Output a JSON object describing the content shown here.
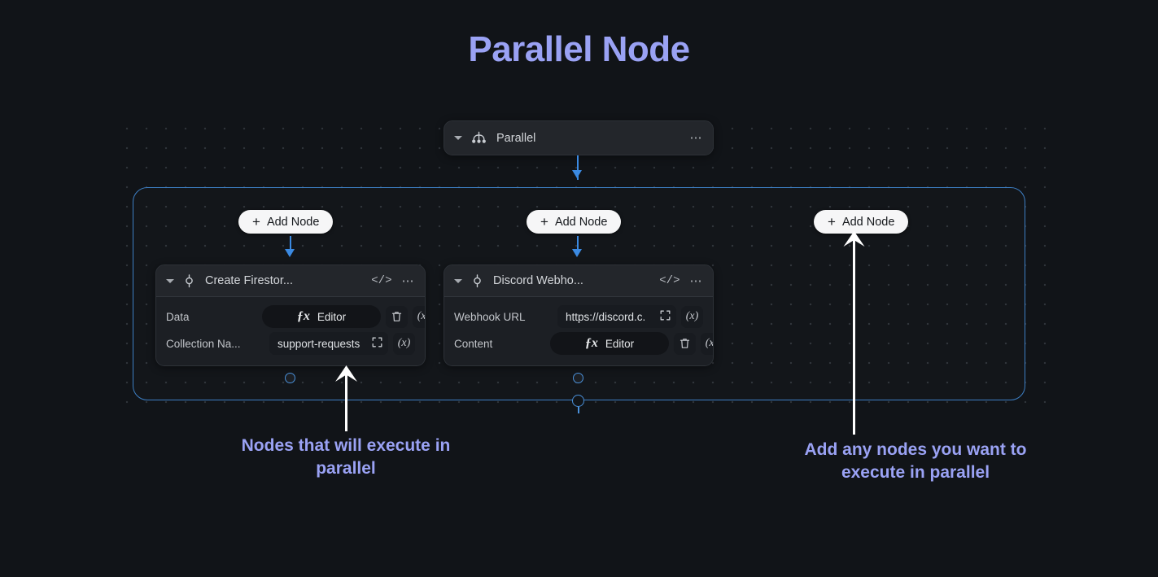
{
  "page": {
    "title": "Parallel Node",
    "title_color": "#9aa2f4",
    "background_color": "#111418"
  },
  "parallel_node": {
    "title": "Parallel",
    "icon": "fork-branch-icon",
    "collapse_icon": "chevron-down-icon",
    "menu_icon": "more-options-icon"
  },
  "add_node_buttons": [
    {
      "label": "Add Node",
      "icon": "plus-icon"
    },
    {
      "label": "Add Node",
      "icon": "plus-icon"
    },
    {
      "label": "Add Node",
      "icon": "plus-icon"
    }
  ],
  "nodes": [
    {
      "title": "Create Firestor...",
      "icon": "node-connector-icon",
      "code_icon": "code-brackets-icon",
      "menu_icon": "more-options-icon",
      "rows": [
        {
          "label": "Data",
          "field_type": "editor",
          "field_value": "Editor",
          "field_icon": "fx-icon",
          "actions": [
            "delete-icon",
            "(x)"
          ]
        },
        {
          "label": "Collection Na...",
          "field_type": "text",
          "field_value": "support-requests",
          "field_icon": "expand-icon",
          "actions": [
            "(x)"
          ]
        }
      ]
    },
    {
      "title": "Discord Webho...",
      "icon": "node-connector-icon",
      "code_icon": "code-brackets-icon",
      "menu_icon": "more-options-icon",
      "rows": [
        {
          "label": "Webhook URL",
          "field_type": "text",
          "field_value": "https://discord.c.",
          "field_icon": "expand-icon",
          "actions": [
            "(x)"
          ]
        },
        {
          "label": "Content",
          "field_type": "editor",
          "field_value": "Editor",
          "field_icon": "fx-icon",
          "actions": [
            "delete-icon",
            "(x)"
          ]
        }
      ]
    }
  ],
  "annotations": {
    "left": {
      "line1": "Nodes that will execute in",
      "line2": "parallel"
    },
    "right": {
      "line1": "Add any nodes you want to",
      "line2": "execute in parallel"
    }
  },
  "colors": {
    "edge_blue": "#3b8ae2",
    "container_border": "#3d7fc4",
    "annotation": "#9aa2f4",
    "button_bg": "#f6f6f7"
  }
}
